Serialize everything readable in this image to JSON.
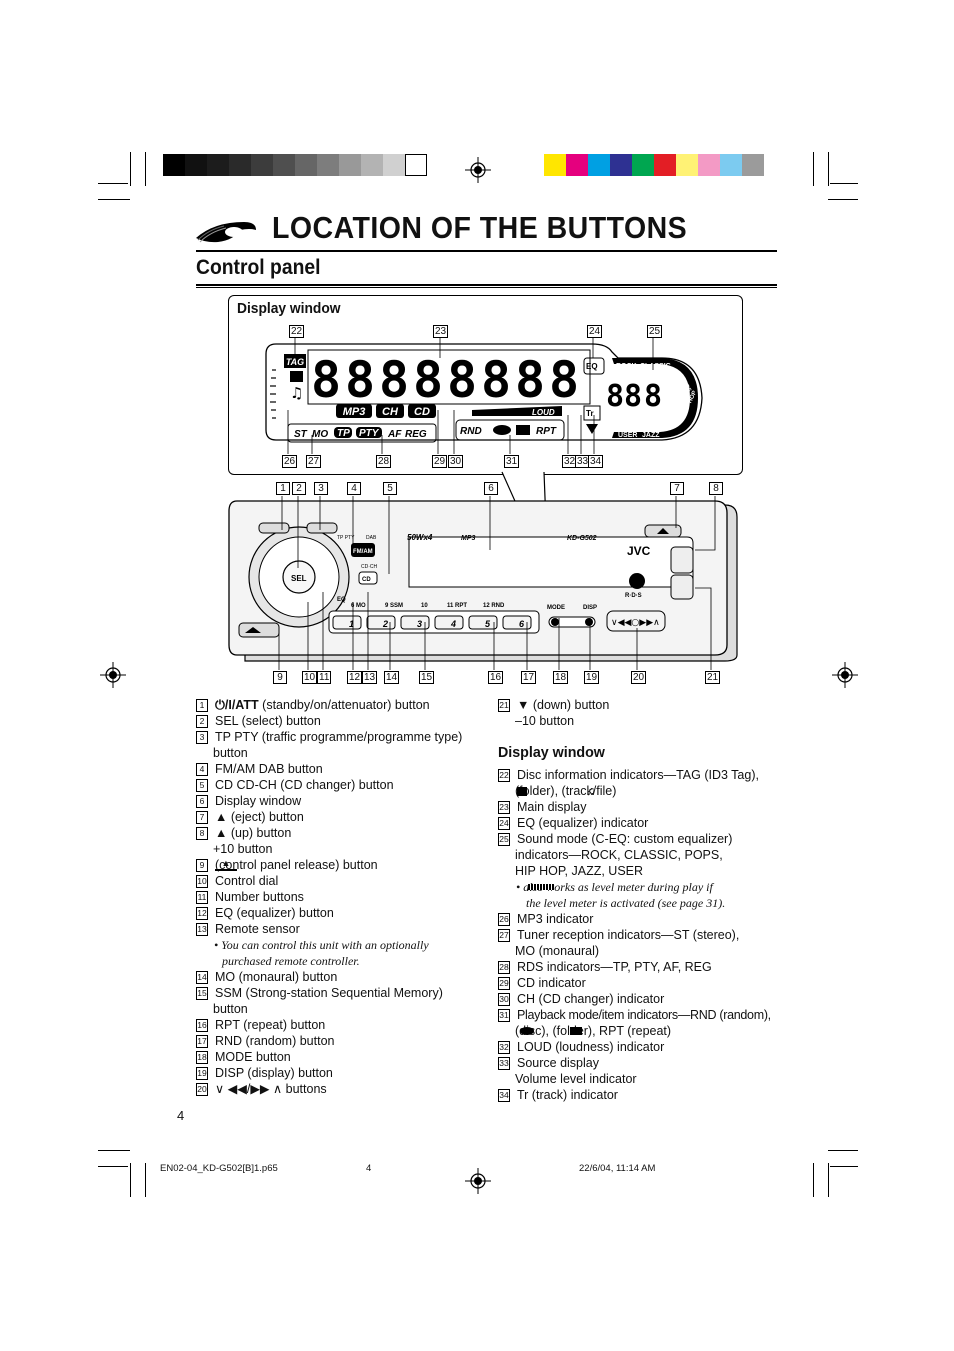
{
  "page": {
    "title": "LOCATION OF THE BUTTONS",
    "subtitle": "Control panel",
    "display_window_label": "Display window",
    "page_number": "4"
  },
  "display": {
    "left_indicators": [
      "TAG"
    ],
    "mode_buttons": [
      "MP3",
      "CH",
      "CD"
    ],
    "tuner_row": [
      "ST",
      "MO",
      "TP",
      "PTY",
      "AF",
      "REG"
    ],
    "play_row": [
      "RND",
      "RPT"
    ],
    "loud_label": "LOUD",
    "eq_label": "EQ",
    "tr_label": "Tr",
    "sound_modes": [
      "ROCK",
      "CLASSIC",
      "POPS",
      "HIP HOP",
      "JAZZ",
      "USER"
    ],
    "callouts_top": [
      "22",
      "23",
      "24",
      "25"
    ],
    "callouts_bottom": [
      "26",
      "27",
      "28",
      "29",
      "30",
      "31",
      "32",
      "33",
      "34"
    ]
  },
  "unit": {
    "brand": "JVC",
    "model": "KD-G502",
    "power": "50Wx4",
    "format": "MP3",
    "rds": "R·D·S",
    "labels": [
      "SEL",
      "FM/AM",
      "DAB",
      "TP PTY",
      "CD",
      "CD·CH",
      "EQ",
      "MODE",
      "DISP"
    ],
    "number_buttons": [
      "1",
      "2",
      "3",
      "4",
      "5",
      "6"
    ],
    "number_labels": [
      "6 MO",
      "9 SSM",
      "10",
      "11 RPT",
      "12 RND"
    ],
    "callouts_top": [
      "1",
      "2",
      "3",
      "4",
      "5",
      "6",
      "7",
      "8"
    ],
    "callouts_bottom": [
      "9",
      "10",
      "11",
      "12",
      "13",
      "14",
      "15",
      "16",
      "17",
      "18",
      "19",
      "20",
      "21"
    ]
  },
  "left_list": [
    {
      "n": "1",
      "text": "   (standby/on/attenuator) button",
      "icon": "power-att-icon"
    },
    {
      "n": "2",
      "text": "SEL (select) button"
    },
    {
      "n": "3",
      "text": "TP PTY (traffic programme/programme type)"
    },
    {
      "n": "",
      "text": "button"
    },
    {
      "n": "4",
      "text": "FM/AM DAB button"
    },
    {
      "n": "5",
      "text": "CD CD-CH (CD changer) button"
    },
    {
      "n": "6",
      "text": "Display window"
    },
    {
      "n": "7",
      "text": "▲ (eject) button"
    },
    {
      "n": "8",
      "text": "▲ (up) button"
    },
    {
      "n": "",
      "text": "+10 button"
    },
    {
      "n": "9",
      "text": "       (control panel release) button"
    },
    {
      "n": "10",
      "text": "Control dial"
    },
    {
      "n": "11",
      "text": "Number buttons"
    },
    {
      "n": "12",
      "text": "EQ (equalizer) button"
    },
    {
      "n": "13",
      "text": "Remote sensor"
    }
  ],
  "left_note": [
    "• You can control this unit with an optionally",
    "purchased remote controller."
  ],
  "left_list2": [
    {
      "n": "14",
      "text": "MO (monaural) button"
    },
    {
      "n": "15",
      "text": "SSM (Strong-station Sequential Memory)"
    },
    {
      "n": "",
      "text": "button"
    },
    {
      "n": "16",
      "text": "RPT (repeat) button"
    },
    {
      "n": "17",
      "text": "RND (random) button"
    },
    {
      "n": "18",
      "text": "MODE button"
    },
    {
      "n": "19",
      "text": "DISP (display) button"
    },
    {
      "n": "20",
      "text": "∨  ◀◀/▶▶  ∧  buttons"
    }
  ],
  "right_list": [
    {
      "n": "21",
      "text": "▼ (down) button"
    },
    {
      "n": "",
      "text": "–10 button"
    }
  ],
  "right_heading": "Display window",
  "right_list2": [
    {
      "n": "22",
      "text": "Disc information indicators—TAG (ID3 Tag),"
    },
    {
      "n": "",
      "text": "     (folder),      (track/file)"
    },
    {
      "n": "23",
      "text": "Main display"
    },
    {
      "n": "24",
      "text": "EQ (equalizer) indicator"
    },
    {
      "n": "25",
      "text": "Sound mode (C-EQ: custom equalizer)"
    },
    {
      "n": "",
      "text": "indicators—ROCK, CLASSIC, POPS,"
    },
    {
      "n": "",
      "text": "HIP HOP, JAZZ, USER"
    }
  ],
  "right_note": [
    "•         also works as level meter during play if",
    "the level meter is activated (see page 31)."
  ],
  "right_list3": [
    {
      "n": "26",
      "text": "MP3 indicator"
    },
    {
      "n": "27",
      "text": "Tuner reception indicators—ST (stereo),"
    },
    {
      "n": "",
      "text": "MO (monaural)"
    },
    {
      "n": "28",
      "text": "RDS indicators—TP, PTY, AF, REG"
    },
    {
      "n": "29",
      "text": "CD indicator"
    },
    {
      "n": "30",
      "text": "CH (CD changer) indicator"
    },
    {
      "n": "31",
      "text": "Playback mode/item indicators—RND (random),"
    },
    {
      "n": "",
      "text": "      (disc),      (folder), RPT (repeat)"
    },
    {
      "n": "32",
      "text": "LOUD (loudness) indicator"
    },
    {
      "n": "33",
      "text": "Source display"
    },
    {
      "n": "",
      "text": "Volume level indicator"
    },
    {
      "n": "34",
      "text": "Tr (track) indicator"
    }
  ],
  "footer": {
    "file": "EN02-04_KD-G502[B]1.p65",
    "page": "4",
    "date": "22/6/04, 11:14 AM"
  }
}
